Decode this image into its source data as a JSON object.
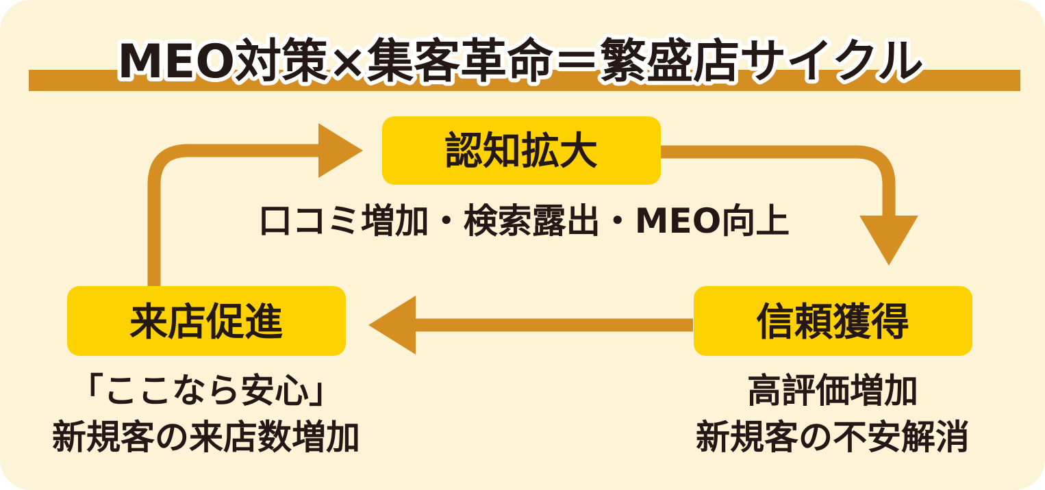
{
  "title": "MEO対策×集客革命＝繁盛店サイクル",
  "colors": {
    "background": "#fdf3d7",
    "accent": "#d48e22",
    "box": "#fdd200",
    "text": "#231815"
  },
  "stages": [
    {
      "label": "認知拡大",
      "description": [
        "口コミ増加・検索露出・MEO向上"
      ]
    },
    {
      "label": "信頼獲得",
      "description": [
        "高評価増加",
        "新規客の不安解消"
      ]
    },
    {
      "label": "来店促進",
      "description": [
        "「ここなら安心」",
        "新規客の来店数増加"
      ]
    }
  ]
}
